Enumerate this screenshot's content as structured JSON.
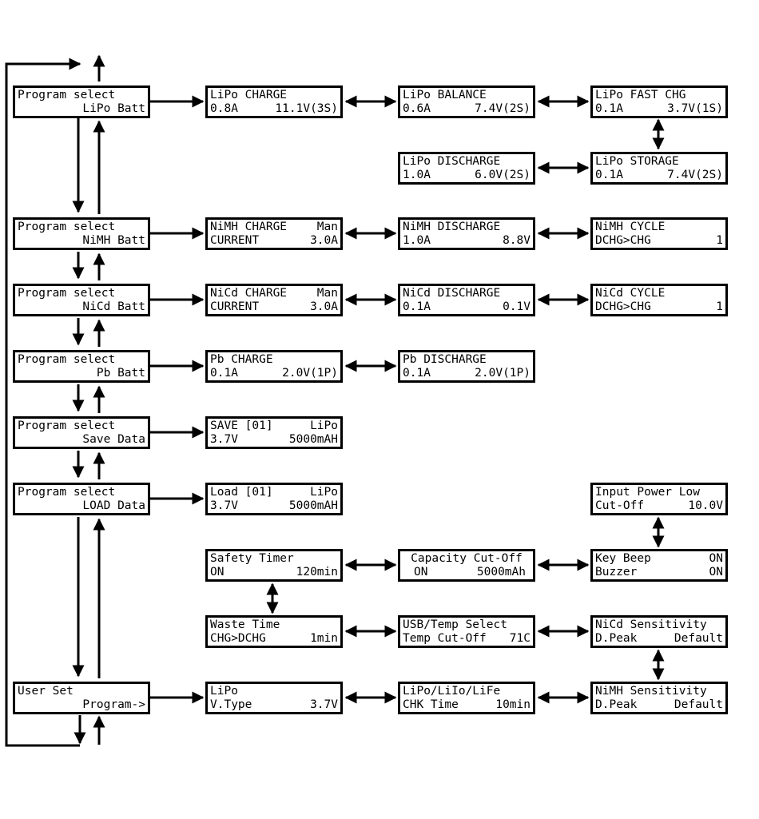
{
  "program_menu": {
    "lipo": {
      "line1": "Program select",
      "line2": "LiPo Batt"
    },
    "nimh": {
      "line1": "Program select",
      "line2": "NiMH Batt"
    },
    "nicd": {
      "line1": "Program select",
      "line2": "NiCd Batt"
    },
    "pb": {
      "line1": "Program select",
      "line2": "Pb Batt"
    },
    "save": {
      "line1": "Program select",
      "line2": "Save Data"
    },
    "load": {
      "line1": "Program select",
      "line2": "LOAD Data"
    },
    "user": {
      "line1": "User Set",
      "line2": "Program->"
    }
  },
  "lipo_screens": {
    "charge": {
      "title": "LiPo CHARGE",
      "left": "0.8A",
      "right": "11.1V(3S)"
    },
    "balance": {
      "title": "LiPo BALANCE",
      "left": "0.6A",
      "right": "7.4V(2S)"
    },
    "fast_chg": {
      "title": "LiPo FAST CHG",
      "left": "0.1A",
      "right": "3.7V(1S)"
    },
    "discharge": {
      "title": "LiPo DISCHARGE",
      "left": "1.0A",
      "right": "6.0V(2S)"
    },
    "storage": {
      "title": "LiPo STORAGE",
      "left": "0.1A",
      "right": "7.4V(2S)"
    }
  },
  "nimh_screens": {
    "charge": {
      "title": "NiMH CHARGE",
      "mode": "Man",
      "left": "CURRENT",
      "right": "3.0A"
    },
    "discharge": {
      "title": "NiMH DISCHARGE",
      "left": "1.0A",
      "right": "8.8V"
    },
    "cycle": {
      "title": "NiMH CYCLE",
      "left": "DCHG>CHG",
      "right": "1"
    }
  },
  "nicd_screens": {
    "charge": {
      "title": "NiCd CHARGE",
      "mode": "Man",
      "left": "CURRENT",
      "right": "3.0A"
    },
    "discharge": {
      "title": "NiCd DISCHARGE",
      "left": "0.1A",
      "right": "0.1V"
    },
    "cycle": {
      "title": "NiCd CYCLE",
      "left": "DCHG>CHG",
      "right": "1"
    }
  },
  "pb_screens": {
    "charge": {
      "title": "Pb CHARGE",
      "left": "0.1A",
      "right": "2.0V(1P)"
    },
    "discharge": {
      "title": "Pb DISCHARGE",
      "left": "0.1A",
      "right": "2.0V(1P)"
    }
  },
  "save_screen": {
    "title": "SAVE [01]",
    "type": "LiPo",
    "left": "3.7V",
    "right": "5000mAH"
  },
  "load_screen": {
    "title": "Load [01]",
    "type": "LiPo",
    "left": "3.7V",
    "right": "5000mAH"
  },
  "user_settings": {
    "input_power": {
      "line1": "Input Power Low",
      "left": "Cut-Off",
      "right": "10.0V"
    },
    "safety_timer": {
      "line1": "Safety Timer",
      "left": "ON",
      "right": "120min"
    },
    "capacity": {
      "line1": "Capacity Cut-Off",
      "left": "ON",
      "right": "5000mAh"
    },
    "key_beep": {
      "line1_left": "Key Beep",
      "line1_right": "ON",
      "left": "Buzzer",
      "right": "ON"
    },
    "waste_time": {
      "line1": "Waste Time",
      "left": "CHG>DCHG",
      "right": "1min"
    },
    "usb_temp": {
      "line1": "USB/Temp Select",
      "left": "Temp Cut-Off",
      "right": "71C"
    },
    "nicd_sens": {
      "line1": "NiCd Sensitivity",
      "left": "D.Peak",
      "right": "Default"
    },
    "lipo_vtype": {
      "line1": "LiPo",
      "left": "V.Type",
      "right": "3.7V"
    },
    "chk_time": {
      "line1": "LiPo/LiIo/LiFe",
      "left": "CHK Time",
      "right": "10min"
    },
    "nimh_sens": {
      "line1": "NiMH Sensitivity",
      "left": "D.Peak",
      "right": "Default"
    }
  }
}
